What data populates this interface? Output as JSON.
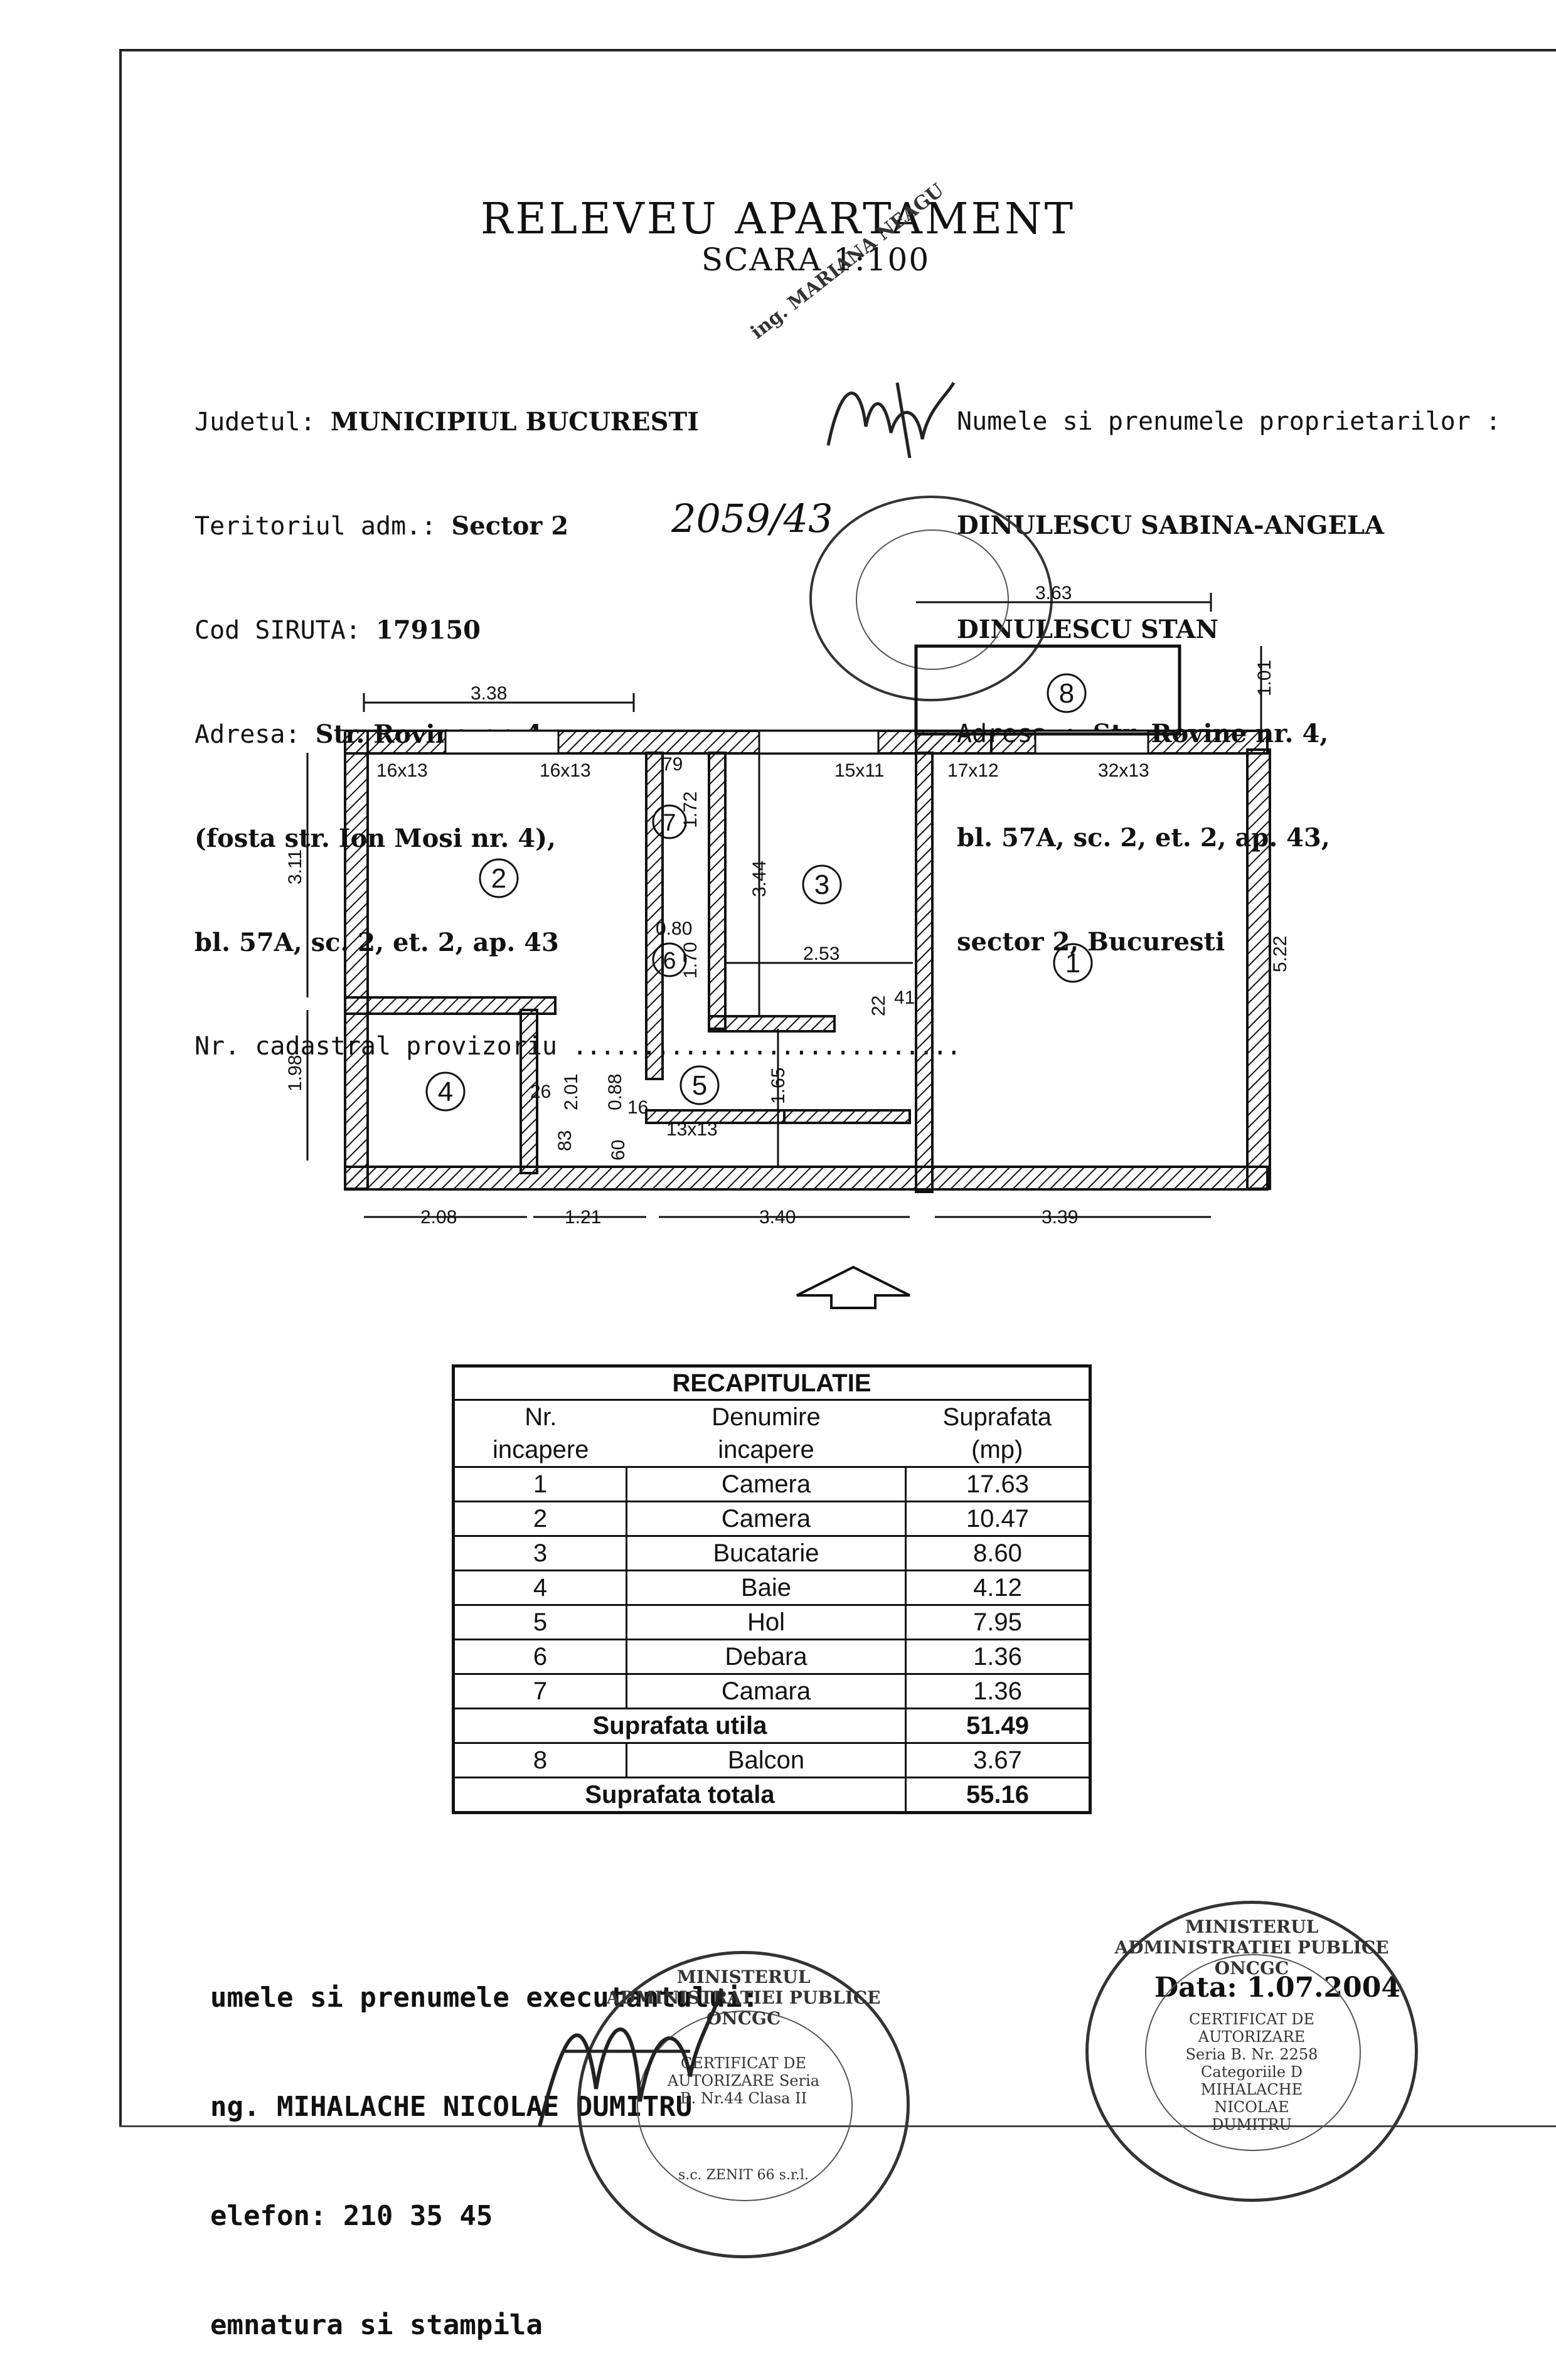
{
  "document": {
    "title": "RELEVEU APARTAMENT",
    "scale": "SCARA 1:100"
  },
  "location": {
    "judet_label": "Judetul:",
    "judet": "MUNICIPIUL BUCURESTI",
    "teritoriu_label": "Teritoriul adm.:",
    "teritoriu": "Sector 2",
    "siruta_label": "Cod SIRUTA:",
    "siruta": "179150",
    "adresa_label": "Adresa:",
    "adresa1": "Str. Rovine nr. 4",
    "adresa2": "(fosta str. Ion Mosi nr. 4),",
    "adresa3": "bl. 57A, sc. 2, et. 2, ap. 43",
    "cadastral_label": "Nr. cadastral provizoriu",
    "cadastral_value": "2059/43"
  },
  "owners": {
    "label": "Numele si prenumele proprietarilor :",
    "owner1": "DINULESCU SABINA-ANGELA",
    "owner2": "DINULESCU STAN",
    "adresa_label": "Adresa :",
    "adresa1": "Str. Rovine nr. 4,",
    "adresa2": "bl. 57A, sc. 2, et. 2, ap. 43,",
    "adresa3": "sector 2, Bucuresti"
  },
  "plan": {
    "rooms": [
      "1",
      "2",
      "3",
      "4",
      "5",
      "6",
      "7",
      "8"
    ],
    "dimensions": {
      "top_room2": "3.38",
      "top_balcony": "3.63",
      "balcony_depth": "1.01",
      "left_upper": "3.11",
      "left_lower": "1.98",
      "right": "5.22",
      "bottom1": "2.08",
      "bottom2": "1.21",
      "bottom3": "3.40",
      "bottom4": "3.39",
      "kitchen_height": "3.44",
      "kitchen_width": "2.53",
      "hall_height": "1.65",
      "closet7_height": "1.72",
      "closet6_height": "1.70",
      "closet_width": "0.80",
      "hall_a": "2.01",
      "hall_b": "0.88",
      "hall_c": "83",
      "hall_d": "26",
      "hall_e": "60",
      "hall_f": "16",
      "closet_top": "79",
      "notch1": "22",
      "notch2": "41"
    },
    "windows": {
      "w1": "16x13",
      "w2": "16x13",
      "w3": "15x11",
      "w4": "17x12",
      "w5": "32x13",
      "w6": "13x13"
    }
  },
  "recap": {
    "title": "RECAPITULATIE",
    "headers": {
      "nr": "Nr.",
      "nr2": "incapere",
      "den": "Denumire",
      "den2": "incapere",
      "sup": "Suprafata",
      "sup2": "(mp)"
    },
    "rows": [
      {
        "nr": "1",
        "name": "Camera",
        "area": "17.63"
      },
      {
        "nr": "2",
        "name": "Camera",
        "area": "10.47"
      },
      {
        "nr": "3",
        "name": "Bucatarie",
        "area": "8.60"
      },
      {
        "nr": "4",
        "name": "Baie",
        "area": "4.12"
      },
      {
        "nr": "5",
        "name": "Hol",
        "area": "7.95"
      },
      {
        "nr": "6",
        "name": "Debara",
        "area": "1.36"
      },
      {
        "nr": "7",
        "name": "Camara",
        "area": "1.36"
      }
    ],
    "util_label": "Suprafata utila",
    "util_value": "51.49",
    "balcon": {
      "nr": "8",
      "name": "Balcon",
      "area": "3.67"
    },
    "total_label": "Suprafata totala",
    "total_value": "55.16"
  },
  "executant": {
    "line1": "umele si prenumele executantului:",
    "line2": "ng. MIHALACHE NICOLAE DUMITRU",
    "line3": "elefon: 210 35 45",
    "line4": "emnatura si stampila",
    "date": "Data: 1.07.2004"
  },
  "stamps": {
    "top_stamp": "ing. MARIANA NEAGU",
    "left_stamp_ring": "MINISTERUL ADMINISTRATIEI PUBLICE ONCGC",
    "left_stamp_center": "CERTIFICAT DE AUTORIZARE Seria B. Nr.44 Clasa II",
    "left_stamp_side": "s.c. ZENIT 66 s.r.l.",
    "right_stamp_ring": "MINISTERUL ADMINISTRATIEI PUBLICE ONCGC",
    "right_stamp_center": "CERTIFICAT DE AUTORIZARE Seria B. Nr. 2258 Categoriile D MIHALACHE NICOLAE DUMITRU"
  }
}
